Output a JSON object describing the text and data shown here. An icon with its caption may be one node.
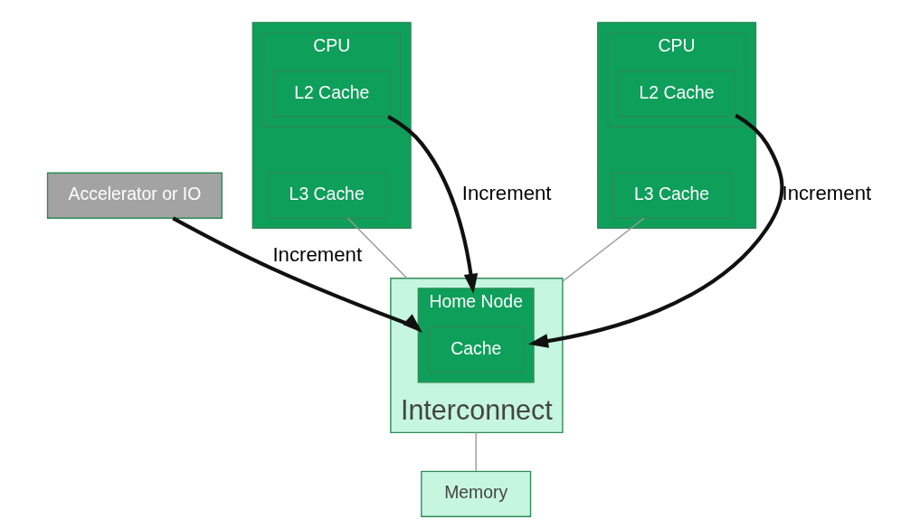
{
  "diagram": {
    "nodes": [
      {
        "text": [
          "Accelerator or IO"
        ]
      },
      {
        "text": [],
        "shape": "box"
      },
      {
        "text": [
          "CPU"
        ],
        "in": 1
      },
      {
        "text": [
          "L2 Cache"
        ],
        "in": 2
      },
      {
        "text": [
          "L3 Cache"
        ],
        "in": 1
      },
      {
        "text": [],
        "shape": "box"
      },
      {
        "text": [
          "CPU"
        ],
        "in": 5
      },
      {
        "text": [
          "L2 Cache"
        ],
        "in": 6
      },
      {
        "text": [
          "L3 Cache"
        ],
        "in": 5
      },
      {
        "text": [
          "Interconnect"
        ]
      },
      {
        "text": [
          "Home Node"
        ],
        "in": 9
      },
      {
        "text": [
          "Cache"
        ],
        "in": 10
      },
      {
        "text": [
          "Memory"
        ]
      }
    ],
    "edges": [
      {
        "from": 0,
        "to": 10,
        "arrow": "to",
        "label": "Increment",
        "style": "thick"
      },
      {
        "from": 3,
        "to": 10,
        "arrow": "to",
        "label": "Increment",
        "style": "thick"
      },
      {
        "from": 7,
        "to": 10,
        "arrow": "to",
        "label": "Increment",
        "style": "thick"
      },
      {
        "from": 4,
        "to": 9,
        "arrow": "none",
        "color": "#999999"
      },
      {
        "from": 8,
        "to": 9,
        "arrow": "none",
        "color": "#999999"
      },
      {
        "from": 9,
        "to": 12,
        "arrow": "none",
        "color": "#999999"
      }
    ]
  }
}
